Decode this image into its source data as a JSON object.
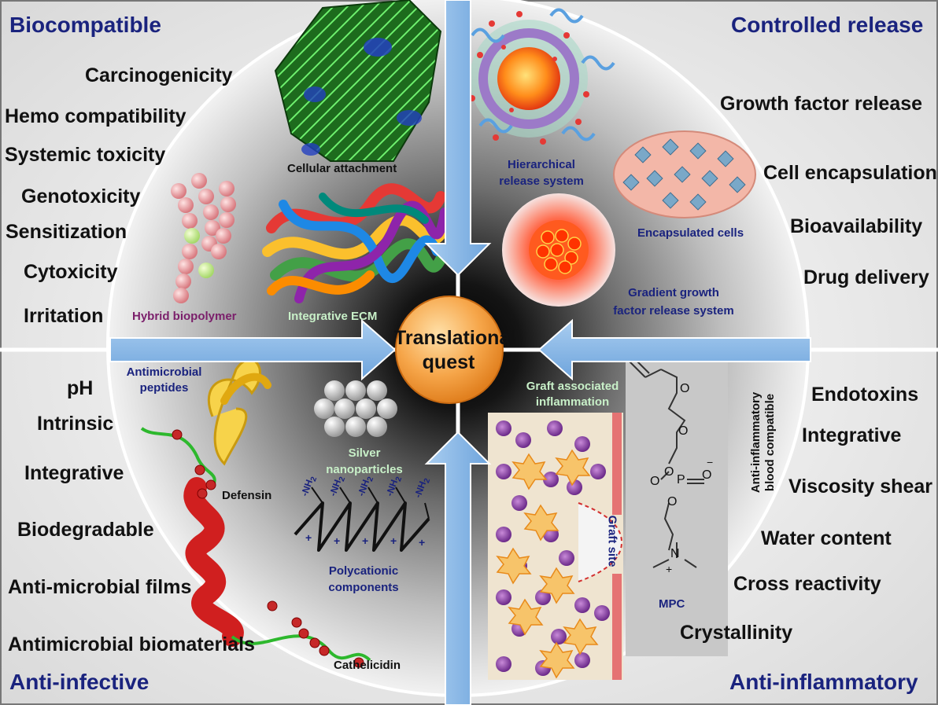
{
  "center": {
    "line1": "Translational",
    "line2": "quest"
  },
  "quadrants": {
    "biocompatible": {
      "title": "Biocompatible",
      "properties": [
        "Carcinogenicity",
        "Hemo compatibility",
        "Systemic toxicity",
        "Genotoxicity",
        "Sensitization",
        "Cytoxicity",
        "Irritation"
      ],
      "labels": {
        "cellular": "Cellular attachment",
        "hybrid": "Hybrid biopolymer",
        "ecm": "Integrative ECM"
      }
    },
    "controlled_release": {
      "title": "Controlled release",
      "properties": [
        "Growth factor release",
        "Cell encapsulation",
        "Bioavailability",
        "Drug delivery"
      ],
      "labels": {
        "hier1": "Hierarchical",
        "hier2": "release system",
        "encap": "Encapsulated cells",
        "grad1": "Gradient growth",
        "grad2": "factor release system"
      }
    },
    "anti_infective": {
      "title": "Anti-infective",
      "properties": [
        "pH",
        "Intrinsic",
        "Integrative",
        "Biodegradable",
        "Anti-microbial films",
        "Antimicrobial biomaterials"
      ],
      "labels": {
        "amp1": "Antimicrobial",
        "amp2": "peptides",
        "defensin": "Defensin",
        "silver1": "Silver",
        "silver2": "nanoparticles",
        "poly1": "Polycationic",
        "poly2": "components",
        "cath": "Cathelicidin",
        "nh2": "NH",
        "sub2": "2",
        "plus": "+"
      }
    },
    "anti_inflammatory": {
      "title": "Anti-inflammatory",
      "properties": [
        "Endotoxins",
        "Integrative",
        "Viscosity shear",
        "Water content",
        "Cross reactivity",
        "Crystallinity"
      ],
      "labels": {
        "graft1": "Graft associated",
        "graft2": "inflammation",
        "site": "Graft site",
        "mpc": "MPC",
        "vert1": "Anti-inflammatory",
        "vert2": "blood compatible",
        "o": "O",
        "p": "P",
        "n": "N",
        "minus": "−",
        "plus": "+"
      }
    }
  },
  "colors": {
    "title": "#1a237e",
    "arrow": "#7fb2e6",
    "center_fill": "#f4a347",
    "hybrid_label": "#7b1f6b",
    "ecm_label": "#c8f0c8"
  }
}
